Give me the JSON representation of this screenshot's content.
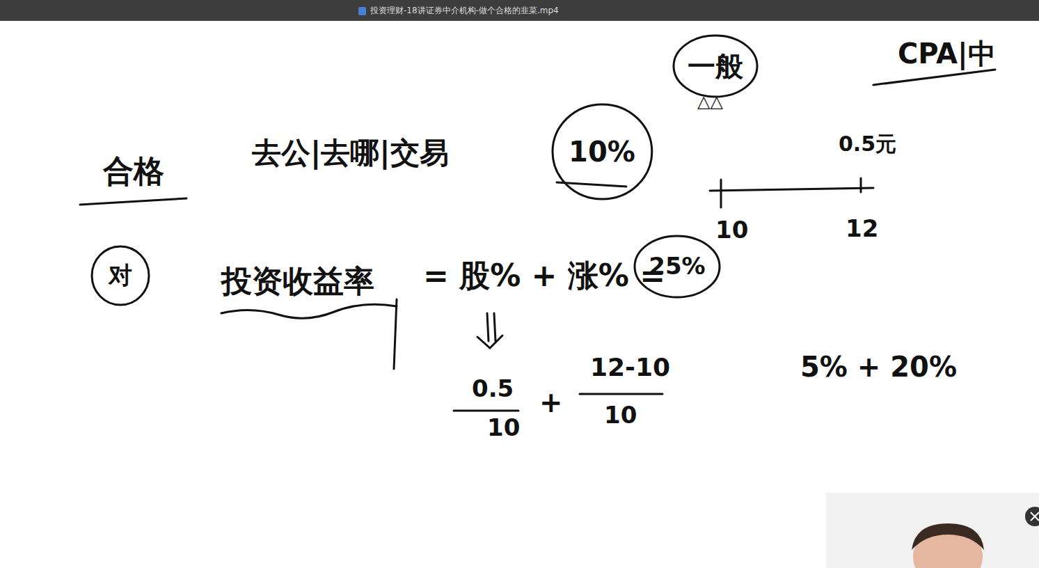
{
  "diagram": {
    "title": "投资理财-18讲证券中介机构-做个合格的韭菜.mp4",
    "nodes": [
      {
        "text": [
          "一般"
        ]
      },
      {
        "text": [
          "10%"
        ]
      },
      {
        "text": [
          "对"
        ]
      },
      {
        "text": [
          "25%"
        ]
      }
    ],
    "labels": [
      "CPA|中",
      "0.5元",
      "合格",
      "去公|去哪|交易",
      "△△",
      "10",
      "12",
      "投资收益率",
      "= 股% + 涨% =",
      "0.5",
      "10",
      "+",
      "12-10",
      "10",
      "5% + 20%"
    ]
  }
}
